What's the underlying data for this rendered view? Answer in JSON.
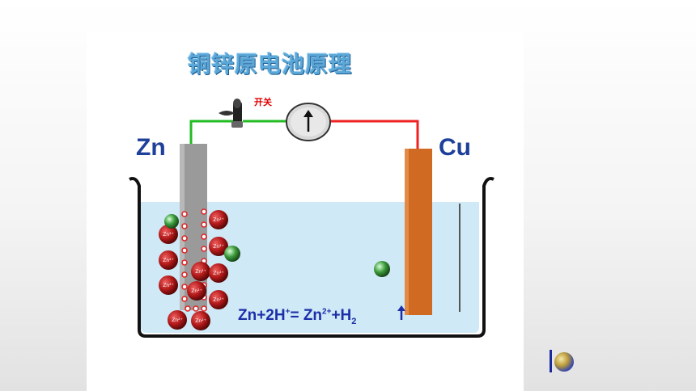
{
  "slide": {
    "title": "铜锌原电池原理",
    "switch_label": "开关",
    "electrode_left": "Zn",
    "electrode_right": "Cu",
    "equation": {
      "lhs": "Zn+2H",
      "h_charge": "+",
      "eq": "= Zn",
      "zn_charge": "2+",
      "plus_h": "+H",
      "h2_sub": "2",
      "arrow": "↑"
    },
    "ion_label": "Zn²⁺"
  },
  "colors": {
    "solution": "#cde9f5",
    "wire_left": "#22bb22",
    "wire_right": "#ee2222",
    "zinc": "#9a9a9a",
    "copper": "#d06a22",
    "ion": "#b01818",
    "beaker": "#111111"
  }
}
